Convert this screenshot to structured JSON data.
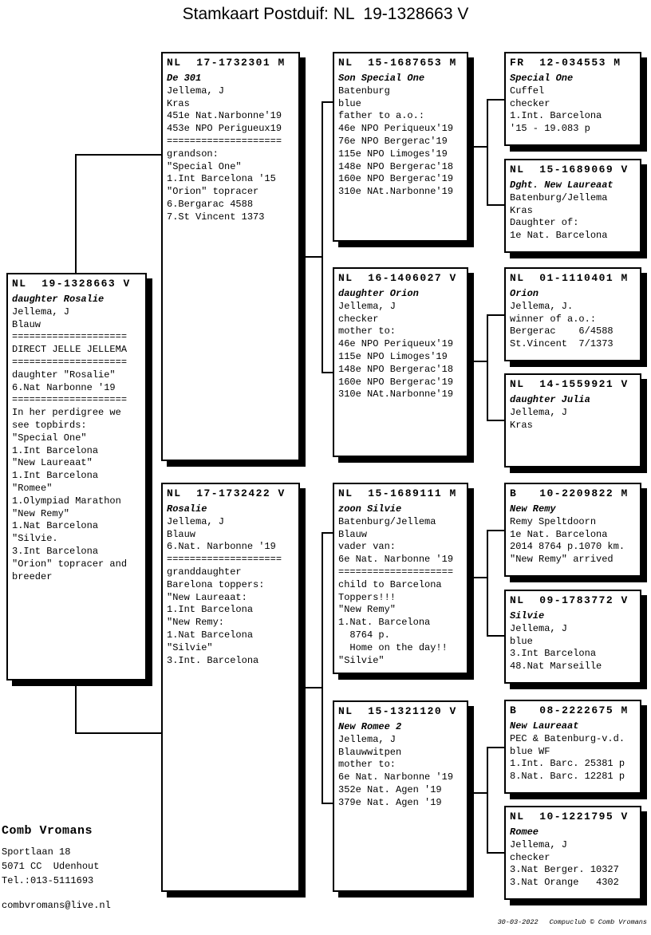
{
  "title": "Stamkaart Postduif: NL  19-1328663 V",
  "boxes": {
    "subject": {
      "ring": "NL  19-1328663 V",
      "lines": [
        {
          "text": "daughter Rosalie",
          "style": "name"
        },
        {
          "text": "Jellema, J"
        },
        {
          "text": "Blauw"
        },
        {
          "text": "===================="
        },
        {
          "text": "DIRECT JELLE JELLEMA"
        },
        {
          "text": "===================="
        },
        {
          "text": "daughter \"Rosalie\""
        },
        {
          "text": "6.Nat Narbonne '19"
        },
        {
          "text": "===================="
        },
        {
          "text": "In her perdigree we"
        },
        {
          "text": "see topbirds:"
        },
        {
          "text": "\"Special One\""
        },
        {
          "text": "1.Int Barcelona"
        },
        {
          "text": "\"New Laureaat\""
        },
        {
          "text": "1.Int Barcelona"
        },
        {
          "text": "\"Romee\""
        },
        {
          "text": "1.Olympiad Marathon"
        },
        {
          "text": "\"New Remy\""
        },
        {
          "text": "1.Nat Barcelona"
        },
        {
          "text": "\"Silvie."
        },
        {
          "text": "3.Int Barcelona"
        },
        {
          "text": "\"Orion\" topracer and"
        },
        {
          "text": "breeder"
        }
      ]
    },
    "sire": {
      "ring": "NL  17-1732301 M",
      "lines": [
        {
          "text": "De 301",
          "style": "name"
        },
        {
          "text": "Jellema, J"
        },
        {
          "text": "Kras"
        },
        {
          "text": "451e Nat.Narbonne'19"
        },
        {
          "text": "453e NPO Perigueux19"
        },
        {
          "text": "===================="
        },
        {
          "text": "grandson:"
        },
        {
          "text": "\"Special One\""
        },
        {
          "text": "1.Int Barcelona '15"
        },
        {
          "text": "\"Orion\" topracer"
        },
        {
          "text": "6.Bergarac 4588"
        },
        {
          "text": "7.St Vincent 1373"
        }
      ]
    },
    "dam": {
      "ring": "NL  17-1732422 V",
      "lines": [
        {
          "text": "Rosalie",
          "style": "name"
        },
        {
          "text": "Jellema, J"
        },
        {
          "text": "Blauw"
        },
        {
          "text": "6.Nat. Narbonne '19"
        },
        {
          "text": "===================="
        },
        {
          "text": "granddaughter"
        },
        {
          "text": "Barelona toppers:"
        },
        {
          "text": "\"New Laureaat:"
        },
        {
          "text": "1.Int Barcelona"
        },
        {
          "text": "\"New Remy:"
        },
        {
          "text": "1.Nat Barcelona"
        },
        {
          "text": "\"Silvie\""
        },
        {
          "text": "3.Int. Barcelona"
        }
      ]
    },
    "ss": {
      "ring": "NL  15-1687653 M",
      "lines": [
        {
          "text": "Son Special One",
          "style": "name"
        },
        {
          "text": "Batenburg"
        },
        {
          "text": "blue"
        },
        {
          "text": "father to a.o.:"
        },
        {
          "text": "46e NPO Periqueux'19"
        },
        {
          "text": "76e NPO Bergerac'19"
        },
        {
          "text": "115e NPO Limoges'19"
        },
        {
          "text": "148e NPO Bergerac'18"
        },
        {
          "text": "160e NPO Bergerac'19"
        },
        {
          "text": "310e NAt.Narbonne'19"
        }
      ]
    },
    "sd": {
      "ring": "NL  16-1406027 V",
      "lines": [
        {
          "text": "daughter Orion",
          "style": "name"
        },
        {
          "text": "Jellema, J"
        },
        {
          "text": "checker"
        },
        {
          "text": "mother to:"
        },
        {
          "text": "46e NPO Periqueux'19"
        },
        {
          "text": "115e NPO Limoges'19"
        },
        {
          "text": "148e NPO Bergerac'18"
        },
        {
          "text": "160e NPO Bergerac'19"
        },
        {
          "text": "310e NAt.Narbonne'19"
        }
      ]
    },
    "ds": {
      "ring": "NL  15-1689111 M",
      "lines": [
        {
          "text": "zoon Silvie",
          "style": "name"
        },
        {
          "text": "Batenburg/Jellema"
        },
        {
          "text": "Blauw"
        },
        {
          "text": "vader van:"
        },
        {
          "text": "6e Nat. Narbonne '19"
        },
        {
          "text": "===================="
        },
        {
          "text": "child to Barcelona"
        },
        {
          "text": "Toppers!!!"
        },
        {
          "text": "\"New Remy\""
        },
        {
          "text": "1.Nat. Barcelona"
        },
        {
          "text": "  8764 p."
        },
        {
          "text": "  Home on the day!!"
        },
        {
          "text": "\"Silvie\""
        }
      ]
    },
    "dd": {
      "ring": "NL  15-1321120 V",
      "lines": [
        {
          "text": "New Romee 2",
          "style": "name"
        },
        {
          "text": "Jellema, J"
        },
        {
          "text": "Blauwwitpen"
        },
        {
          "text": "mother to:"
        },
        {
          "text": "6e Nat. Narbonne '19"
        },
        {
          "text": "352e Nat. Agen '19"
        },
        {
          "text": "379e Nat. Agen '19"
        }
      ]
    },
    "ss_sire": {
      "ring": "FR  12-034553 M",
      "lines": [
        {
          "text": "Special One",
          "style": "name"
        },
        {
          "text": "Cuffel"
        },
        {
          "text": "checker"
        },
        {
          "text": "1.Int. Barcelona"
        },
        {
          "text": "'15 - 19.083 p"
        }
      ]
    },
    "ss_dam": {
      "ring": "NL  15-1689069 V",
      "lines": [
        {
          "text": "Dght. New Laureaat",
          "style": "name"
        },
        {
          "text": "Batenburg/Jellema"
        },
        {
          "text": "Kras"
        },
        {
          "text": "Daughter of:"
        },
        {
          "text": "1e Nat. Barcelona"
        }
      ]
    },
    "sd_sire": {
      "ring": "NL  01-1110401 M",
      "lines": [
        {
          "text": "Orion",
          "style": "name"
        },
        {
          "text": "Jellema, J."
        },
        {
          "text": "winner of a.o.:"
        },
        {
          "text": "Bergerac    6/4588"
        },
        {
          "text": "St.Vincent  7/1373"
        }
      ]
    },
    "sd_dam": {
      "ring": "NL  14-1559921 V",
      "lines": [
        {
          "text": "daughter Julia",
          "style": "name"
        },
        {
          "text": "Jellema, J"
        },
        {
          "text": "Kras"
        }
      ]
    },
    "ds_sire": {
      "ring": "B   10-2209822 M",
      "lines": [
        {
          "text": "New Remy",
          "style": "name"
        },
        {
          "text": "Remy Speltdoorn"
        },
        {
          "text": "1e Nat. Barcelona"
        },
        {
          "text": "2014 8764 p.1070 km."
        },
        {
          "text": "\"New Remy\" arrived"
        }
      ]
    },
    "ds_dam": {
      "ring": "NL  09-1783772 V",
      "lines": [
        {
          "text": "Silvie",
          "style": "name"
        },
        {
          "text": "Jellema, J"
        },
        {
          "text": "blue"
        },
        {
          "text": "3.Int Barcelona"
        },
        {
          "text": "48.Nat Marseille"
        }
      ]
    },
    "dd_sire": {
      "ring": "B   08-2222675 M",
      "lines": [
        {
          "text": "New Laureaat",
          "style": "name"
        },
        {
          "text": "PEC & Batenburg-v.d."
        },
        {
          "text": "blue WF"
        },
        {
          "text": "1.Int. Barc. 25381 p"
        },
        {
          "text": "8.Nat. Barc. 12281 p"
        }
      ]
    },
    "dd_dam": {
      "ring": "NL  10-1221795 V",
      "lines": [
        {
          "text": "Romee",
          "style": "name"
        },
        {
          "text": "Jellema, J"
        },
        {
          "text": "checker"
        },
        {
          "text": "3.Nat Berger. 10327"
        },
        {
          "text": "3.Nat Orange   4302"
        }
      ]
    }
  },
  "breeder": {
    "name": "Comb Vromans",
    "address1": "Sportlaan 18",
    "address2": "5071 CC  Udenhout",
    "phone": "Tel.:013-5111693",
    "email": "combvromans@live.nl"
  },
  "footer": {
    "date": "30-03-2022",
    "credit": "Compuclub © Comb Vromans"
  },
  "colors": {
    "ink": "#000000",
    "paper": "#ffffff"
  }
}
